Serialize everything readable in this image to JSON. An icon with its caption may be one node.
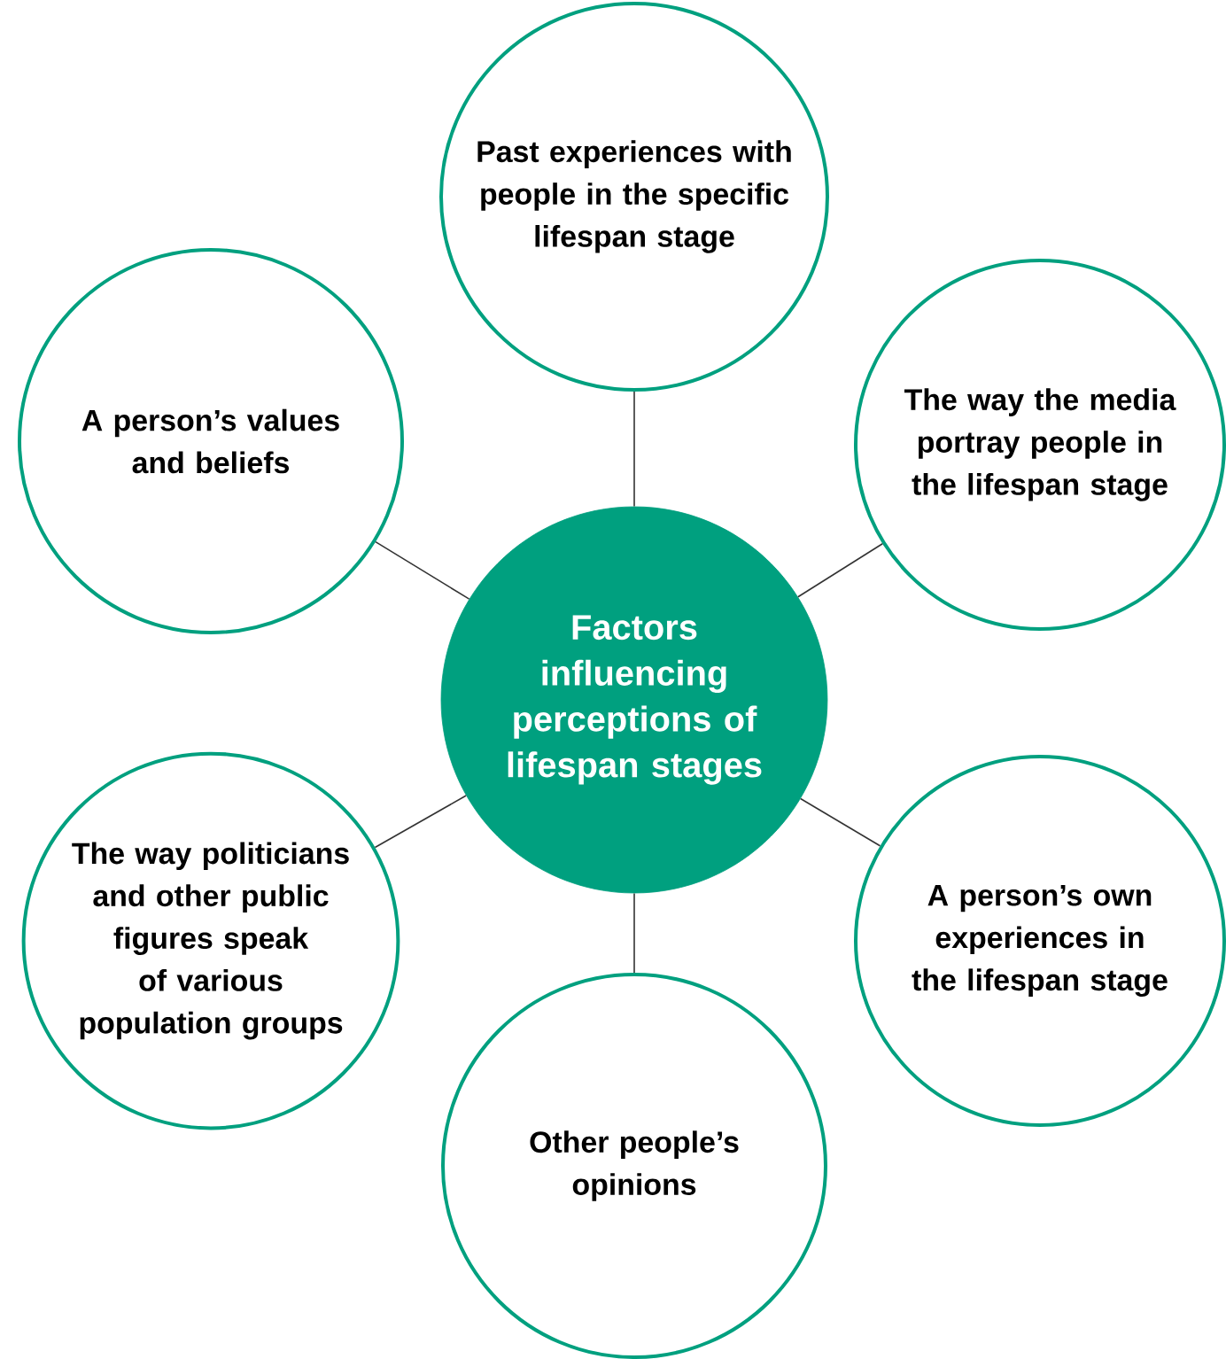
{
  "diagram": {
    "nodes": [
      {
        "text": [
          "Factors influencing perceptions of lifespan stages"
        ]
      },
      {
        "text": [
          "Past experiences with people in the specific lifespan stage"
        ]
      },
      {
        "text": [
          "The way the media portray people in the lifespan stage"
        ]
      },
      {
        "text": [
          "A person’s own experiences in the lifespan stage"
        ]
      },
      {
        "text": [
          "Other people’s opinions"
        ]
      },
      {
        "text": [
          "The way politicians and other public figures speak of various population groups"
        ]
      },
      {
        "text": [
          "A person’s values and beliefs"
        ]
      }
    ],
    "edges": [
      {
        "from": 0,
        "to": 1,
        "arrow": "none"
      },
      {
        "from": 0,
        "to": 2,
        "arrow": "none"
      },
      {
        "from": 0,
        "to": 3,
        "arrow": "none"
      },
      {
        "from": 0,
        "to": 4,
        "arrow": "none"
      },
      {
        "from": 0,
        "to": 5,
        "arrow": "none"
      },
      {
        "from": 0,
        "to": 6,
        "arrow": "none"
      }
    ]
  }
}
